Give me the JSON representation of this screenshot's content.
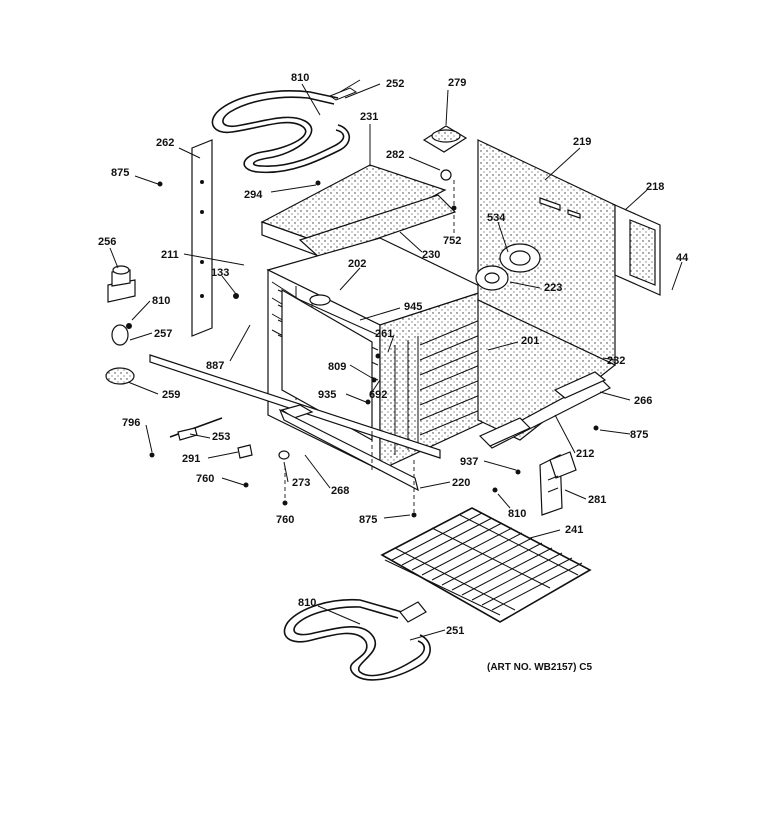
{
  "diagram": {
    "art_no": "(ART NO. WB2157) C5",
    "parts": [
      {
        "id": "p810a",
        "label": "810"
      },
      {
        "id": "p252",
        "label": "252"
      },
      {
        "id": "p279",
        "label": "279"
      },
      {
        "id": "p231",
        "label": "231"
      },
      {
        "id": "p262",
        "label": "262"
      },
      {
        "id": "p875a",
        "label": "875"
      },
      {
        "id": "p282",
        "label": "282"
      },
      {
        "id": "p219",
        "label": "219"
      },
      {
        "id": "p218",
        "label": "218"
      },
      {
        "id": "p294",
        "label": "294"
      },
      {
        "id": "p534",
        "label": "534"
      },
      {
        "id": "p752",
        "label": "752"
      },
      {
        "id": "p230",
        "label": "230"
      },
      {
        "id": "p256",
        "label": "256"
      },
      {
        "id": "p211",
        "label": "211"
      },
      {
        "id": "p44",
        "label": "44"
      },
      {
        "id": "p133",
        "label": "133"
      },
      {
        "id": "p202",
        "label": "202"
      },
      {
        "id": "p223",
        "label": "223"
      },
      {
        "id": "p810b",
        "label": "810"
      },
      {
        "id": "p945",
        "label": "945"
      },
      {
        "id": "p257",
        "label": "257"
      },
      {
        "id": "p261",
        "label": "261"
      },
      {
        "id": "p201",
        "label": "201"
      },
      {
        "id": "p887",
        "label": "887"
      },
      {
        "id": "p809",
        "label": "809"
      },
      {
        "id": "p232",
        "label": "232"
      },
      {
        "id": "p259",
        "label": "259"
      },
      {
        "id": "p935",
        "label": "935"
      },
      {
        "id": "p692",
        "label": "692"
      },
      {
        "id": "p266",
        "label": "266"
      },
      {
        "id": "p796",
        "label": "796"
      },
      {
        "id": "p253",
        "label": "253"
      },
      {
        "id": "p875b",
        "label": "875"
      },
      {
        "id": "p291",
        "label": "291"
      },
      {
        "id": "p212",
        "label": "212"
      },
      {
        "id": "p937",
        "label": "937"
      },
      {
        "id": "p760a",
        "label": "760"
      },
      {
        "id": "p273",
        "label": "273"
      },
      {
        "id": "p268",
        "label": "268"
      },
      {
        "id": "p220",
        "label": "220"
      },
      {
        "id": "p281",
        "label": "281"
      },
      {
        "id": "p810c",
        "label": "810"
      },
      {
        "id": "p760b",
        "label": "760"
      },
      {
        "id": "p875c",
        "label": "875"
      },
      {
        "id": "p241",
        "label": "241"
      },
      {
        "id": "p810d",
        "label": "810"
      },
      {
        "id": "p251",
        "label": "251"
      }
    ]
  }
}
